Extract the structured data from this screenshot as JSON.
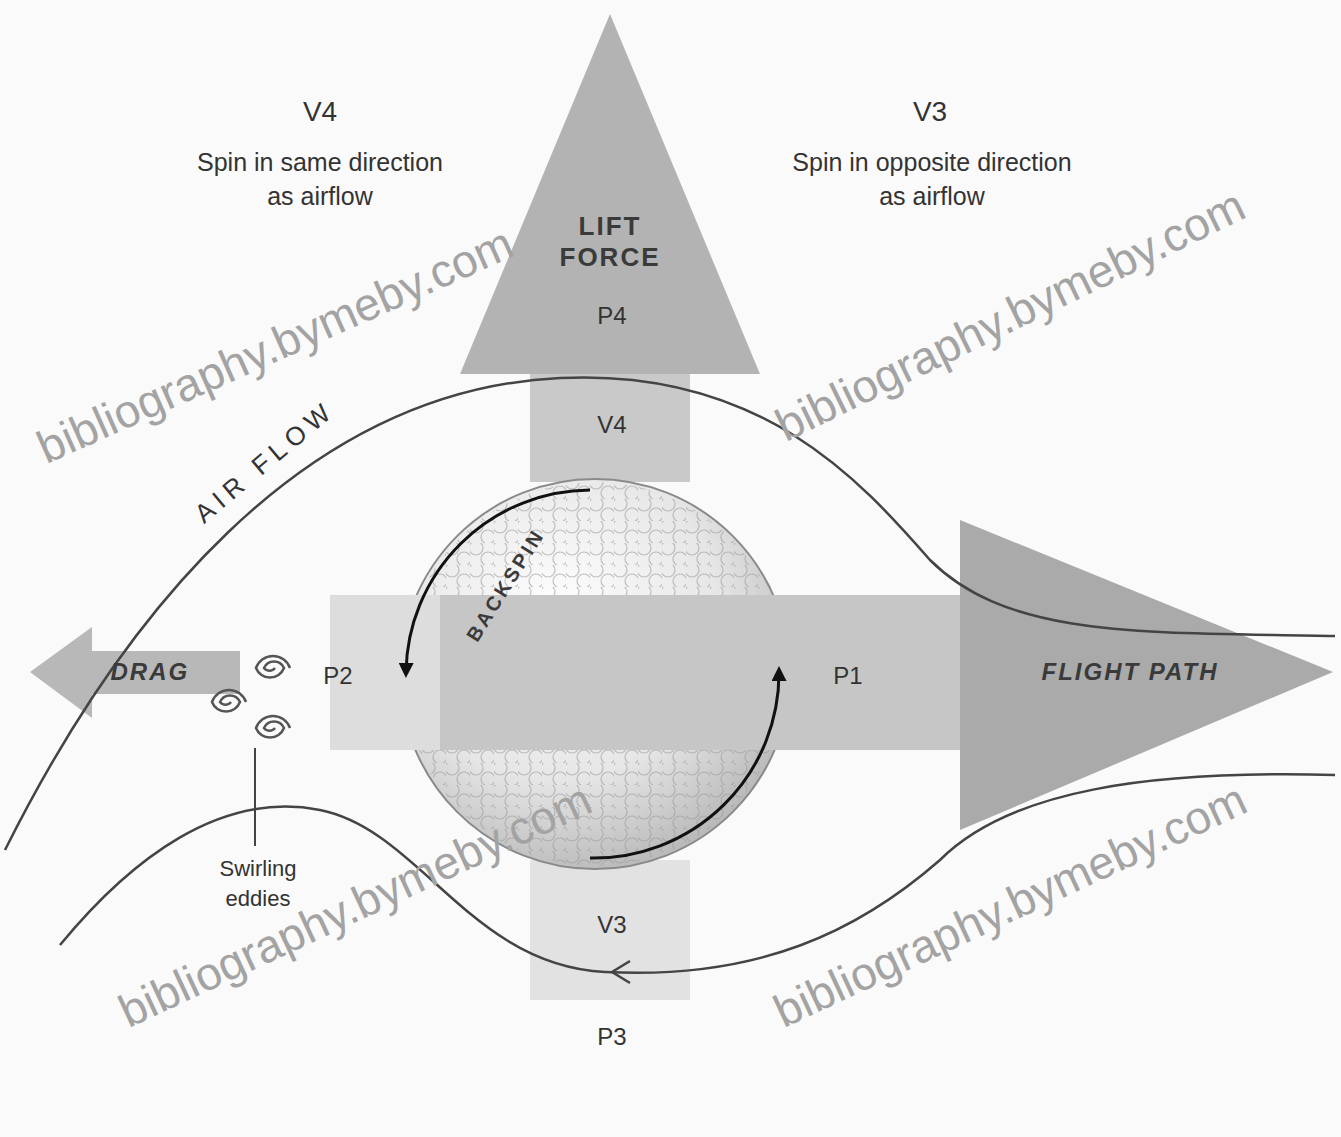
{
  "diagram": {
    "nodes": [
      {
        "text": [
          "LIFT FORCE"
        ]
      },
      {
        "text": [
          "DRAG"
        ]
      },
      {
        "text": [
          "BACKSPIN"
        ]
      },
      {
        "text": [
          "FLIGHT PATH"
        ]
      }
    ],
    "labels": [
      "V4",
      "Spin in same direction as airflow",
      "V3",
      "Spin in opposite direction as airflow",
      "P4",
      "V4",
      "AIR FLOW",
      "P2",
      "P1",
      "Swirling eddies",
      "V3",
      "P3",
      "bibliography.bymeby.com",
      "bibliography.bymeby.com",
      "bibliography.bymeby.com",
      "bibliography.bymeby.com"
    ]
  }
}
